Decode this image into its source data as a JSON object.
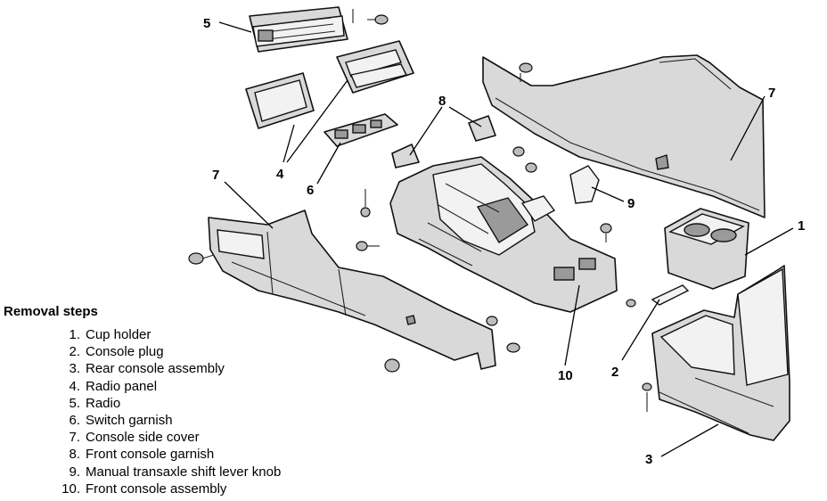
{
  "removal_steps": {
    "title": "Removal steps",
    "steps": [
      {
        "number": "1.",
        "text": "Cup holder"
      },
      {
        "number": "2.",
        "text": "Console plug"
      },
      {
        "number": "3.",
        "text": "Rear console assembly"
      },
      {
        "number": "4.",
        "text": "Radio panel"
      },
      {
        "number": "5.",
        "text": "Radio"
      },
      {
        "number": "6.",
        "text": "Switch garnish"
      },
      {
        "number": "7.",
        "text": "Console side cover"
      },
      {
        "number": "8.",
        "text": "Front console garnish"
      },
      {
        "number": "9.",
        "text": "Manual transaxle shift lever knob"
      },
      {
        "number": "10.",
        "text": "Front console assembly"
      }
    ]
  },
  "callouts": {
    "c1": "1",
    "c2": "2",
    "c3": "3",
    "c4": "4",
    "c5": "5",
    "c6": "6",
    "c7_left": "7",
    "c7_right": "7",
    "c8": "8",
    "c9": "9",
    "c10": "10"
  }
}
